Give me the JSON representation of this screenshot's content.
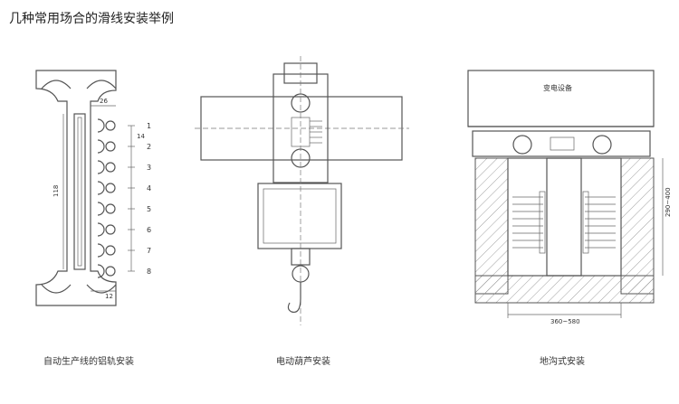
{
  "page": {
    "title": "几种常用场合的滑线安装举例"
  },
  "figures": {
    "aluminum_rail": {
      "caption": "自动生产线的铝轨安装",
      "dim_width": "26",
      "dim_height": "118",
      "dim_pitch": "14",
      "dim_bottom": "12",
      "pole_numbers": [
        "1",
        "2",
        "3",
        "4",
        "5",
        "6",
        "7",
        "8"
      ]
    },
    "hoist": {
      "caption": "电动葫芦安装"
    },
    "trench": {
      "caption": "地沟式安装",
      "equipment_label": "变电设备",
      "dim_depth": "290~400",
      "dim_width": "360~580"
    }
  }
}
